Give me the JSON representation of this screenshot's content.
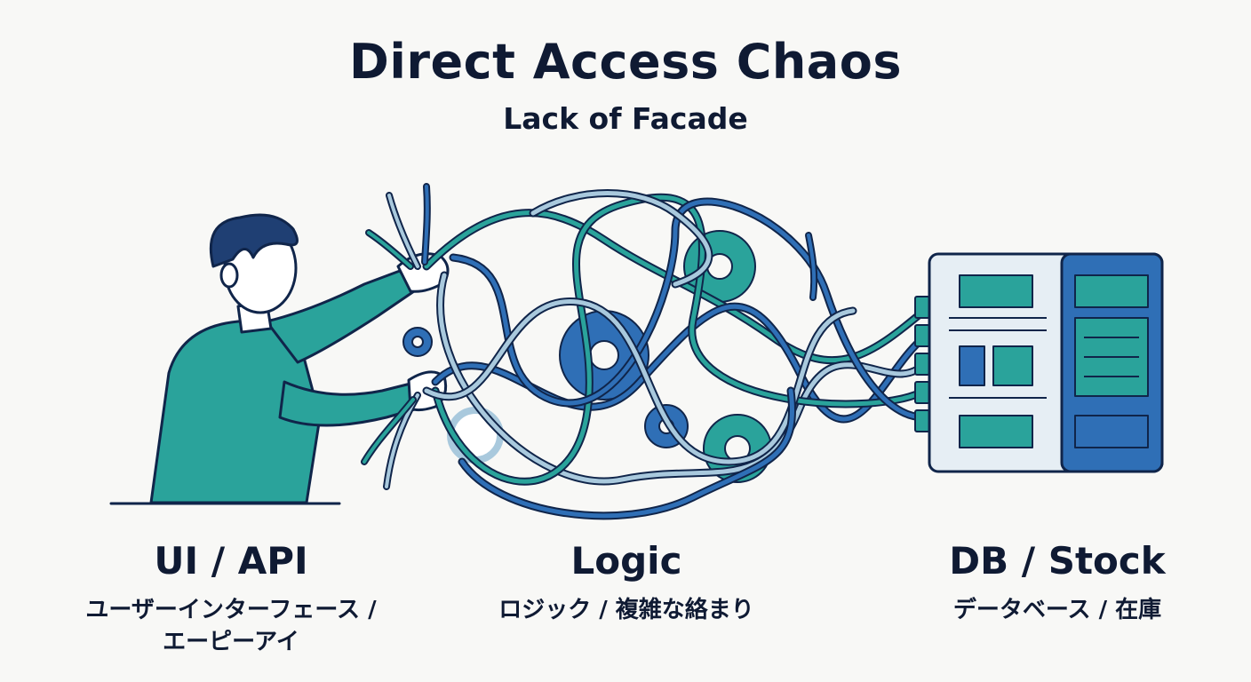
{
  "header": {
    "title": "Direct Access Chaos",
    "subtitle": "Lack of Facade"
  },
  "labels": {
    "ui": {
      "title": "UI / API",
      "sub_line1": "ユーザーインターフェース /",
      "sub_line2": "エーピーアイ"
    },
    "logic": {
      "title": "Logic",
      "sub": "ロジック / 複雑な絡まり"
    },
    "db": {
      "title": "DB / Stock",
      "sub": "データベース / 在庫"
    }
  },
  "colors": {
    "navy": "#1f3f73",
    "teal": "#2aa39b",
    "blue": "#2f6fb6",
    "light_blue": "#a9c9dd",
    "skin": "#ffffff",
    "outline": "#10254a"
  },
  "icons": [
    "person-illustration",
    "tangled-wires",
    "gear-icon",
    "database-server-icon"
  ]
}
